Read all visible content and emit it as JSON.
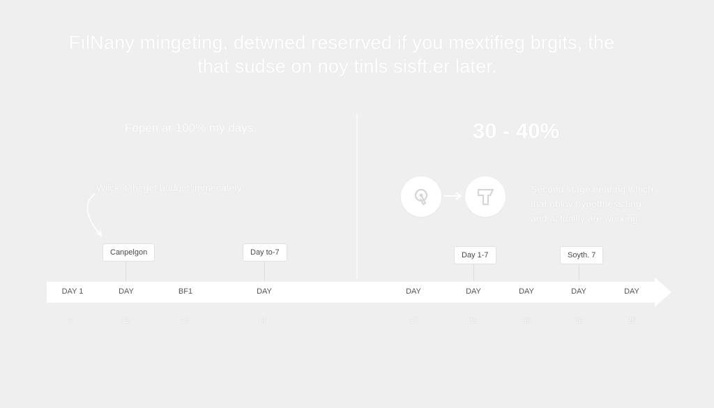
{
  "heading": {
    "line1": "FılNany mingeting, detwned reserrved if you mextifieg brgits, the",
    "line2": "that sudse on noy tinls sisft.er later."
  },
  "left_panel": {
    "subtitle": "Fopen ar 100% my days.",
    "note": "Wilck it theget budget immecately."
  },
  "right_panel": {
    "stat": "30 - 40%",
    "note_lines": [
      "Second stage eearing which",
      "that obloy hypotthess ting",
      "and actuallly are working."
    ],
    "icons": [
      "key-icon",
      "tag-icon"
    ]
  },
  "callouts": [
    {
      "label": "Canpelgon"
    },
    {
      "label": "Day to-7"
    },
    {
      "label": "Day 1-7"
    },
    {
      "label": "Soyth. 7"
    }
  ],
  "timeline": {
    "labels": [
      "DAY 1",
      "DAY",
      "BF1",
      "DAY",
      "DAY",
      "DAY",
      "DAY",
      "DAY",
      "DAY"
    ],
    "numbers": [
      "1",
      "12",
      "15",
      "9",
      "10",
      "29",
      "28",
      "26",
      "25"
    ]
  },
  "colors": {
    "background": "#eeefee",
    "timeline_band": "#ffffff",
    "label_text": "#555555",
    "heading_text": "#ffffff"
  }
}
